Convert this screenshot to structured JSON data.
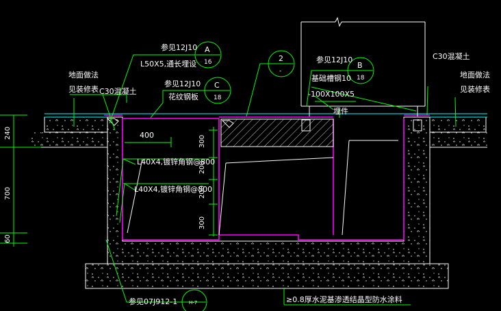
{
  "colors": {
    "background": "#000000",
    "leader": "#00ff00",
    "lining": "#ff00ff",
    "wall": "#ffffff",
    "ground": "#00ffff",
    "text": "#ffffff"
  },
  "labels": {
    "ref_a_note": "参见12J10",
    "angle_steel": "L50X5,通长埋设",
    "ref_c_note": "参见12J10",
    "checker_plate": "花纹钢板",
    "ref_b_note": "参见12J10",
    "channel_steel": "基础槽钢10",
    "plate": "-100X100X5",
    "embed": "埋件",
    "concrete_left": "C30混凝土",
    "concrete_right": "C30混凝土",
    "floor_left_1": "地面做法",
    "floor_left_2": "见装修表",
    "floor_right_1": "地面做法",
    "floor_right_2": "见装修表",
    "width_400": "400",
    "bracket_upper": "L40X4,镀锌角钢@800",
    "bracket_lower": "L40X4,镀锌角钢@800",
    "bottom_ref": "参见07J912-1",
    "waterproof": "≥0.8厚水泥基渗透结晶型防水涂料"
  },
  "callouts": {
    "a": {
      "letter": "A",
      "sheet": "16"
    },
    "c": {
      "letter": "C",
      "sheet": "18"
    },
    "two": {
      "letter": "2",
      "sheet": "-"
    },
    "b": {
      "letter": "B",
      "sheet": "18"
    },
    "bottom": {
      "letter": "",
      "sheet": "H-7"
    }
  },
  "dimensions": {
    "d300_top": "300",
    "d200_a": "200",
    "d200_b": "200",
    "d300_bottom": "300",
    "left_240": "240",
    "left_700": "700",
    "left_60": "60"
  }
}
